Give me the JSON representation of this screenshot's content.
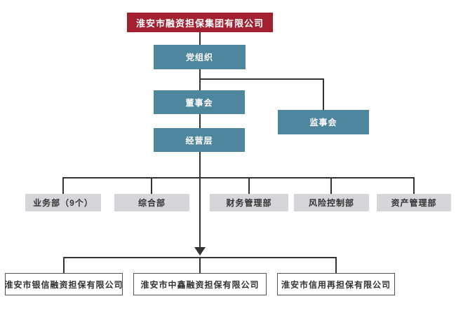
{
  "org_chart": {
    "root": {
      "label": "淮安市融资担保集团有限公司"
    },
    "governance": [
      {
        "id": "party",
        "label": "党组织"
      },
      {
        "id": "board",
        "label": "董事会"
      },
      {
        "id": "supervisory",
        "label": "监事会"
      },
      {
        "id": "management",
        "label": "经营层"
      }
    ],
    "departments": [
      {
        "label": "业务部（9个）"
      },
      {
        "label": "综合部"
      },
      {
        "label": "财务管理部"
      },
      {
        "label": "风险控制部"
      },
      {
        "label": "资产管理部"
      }
    ],
    "subsidiaries": [
      {
        "label": "淮安市银信融资担保有限公司"
      },
      {
        "label": "淮安市中鑫融资担保有限公司"
      },
      {
        "label": "淮安市信用再担保有限公司"
      }
    ],
    "colors": {
      "root_bg": "#a32031",
      "governance_bg": "#4e869e",
      "department_bg": "#d6d6da",
      "connector": "#333333",
      "subsidiary_border": "#555555",
      "light_text": "#ffffff",
      "dark_text": "#333333"
    }
  }
}
